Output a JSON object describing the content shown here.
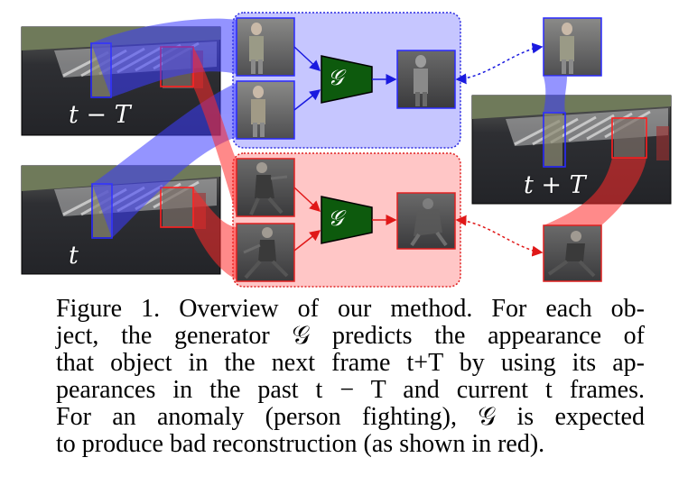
{
  "figure": {
    "labels": {
      "past_frame": "t − T",
      "current_frame": "t",
      "next_frame": "t + T",
      "generator": "𝒢"
    },
    "colors": {
      "normal": "#2222ff",
      "anomaly": "#ee2222",
      "normal_panel": "#c8c8ff",
      "anomaly_panel": "#ffc4c4",
      "generator": "#0d5a0d"
    }
  },
  "caption": {
    "lines": [
      "Figure 1. Overview of our method. For each ob-",
      "ject, the generator 𝒢 predicts the appearance of",
      "that object in the next frame t+T by using its ap-",
      "pearances in the past t − T and current t frames.",
      "For an anomaly (person fighting), 𝒢 is expected",
      "to produce bad reconstruction (as shown in red)."
    ]
  }
}
